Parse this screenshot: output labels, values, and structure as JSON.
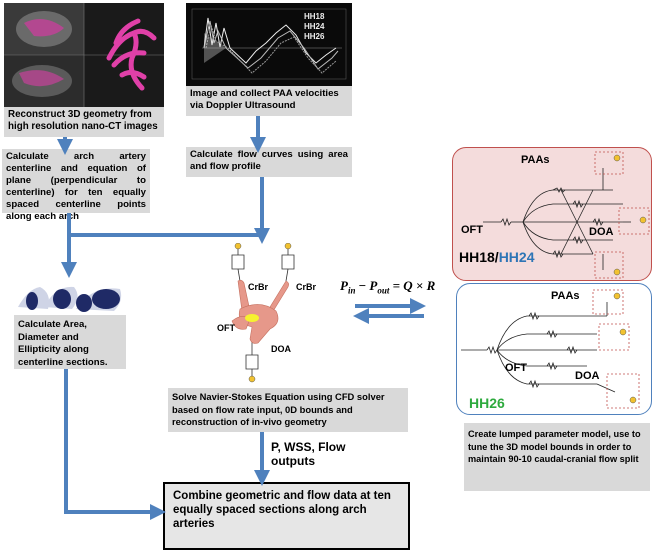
{
  "steps": {
    "reconstruct": "Reconstruct 3D geometry from high resolution nano-CT images",
    "centerline": "Calculate arch artery centerline and equation of plane (perpendicular to centerline) for ten equally spaced centerline points along each arch",
    "doppler": "Image  and collect PAA velocities via Doppler Ultrasound",
    "flow_curves": "Calculate flow curves using area and flow profile",
    "area": "Calculate Area, Diameter and Ellipticity along centerline sections.",
    "cfd": "Solve Navier-Stokes Equation using CFD solver based on flow rate input, 0D bounds and reconstruction of in-vivo geometry",
    "outputs": "P, WSS, Flow outputs",
    "combine": "Combine geometric and flow data at ten equally spaced sections  along arch arteries",
    "lumped": "Create lumped parameter model, use to tune the 3D model bounds in order to maintain 90-10 caudal-cranial flow split"
  },
  "doppler_legend": [
    "HH18",
    "HH24",
    "HH26"
  ],
  "model_labels": {
    "crbr_left": "CrBr",
    "crbr_right": "CrBr",
    "oft": "OFT",
    "doa": "DOA"
  },
  "equation": {
    "p_in": "P",
    "p_in_sub": "in",
    "minus": " − ",
    "p_out": "P",
    "p_out_sub": "out",
    "rhs": " = Q × R"
  },
  "circuit_top": {
    "paas": "PAAs",
    "oft": "OFT",
    "doa": "DOA",
    "stage_a": "HH18",
    "slash": "/",
    "stage_b": "HH24"
  },
  "circuit_bottom": {
    "paas": "PAAs",
    "oft": "OFT",
    "doa": "DOA",
    "stage": "HH26"
  },
  "colors": {
    "arrow": "#4f81bd",
    "gray_box": "#d9d9d9",
    "top_panel": "#f4dcdc",
    "top_border": "#c0504d",
    "bottom_border": "#4f81bd",
    "hh24": "#2e75b6",
    "hh26": "#2eaa3e",
    "magenta": "#d23c9a",
    "vessel": "#e8a090",
    "dash": "#c0504d"
  }
}
